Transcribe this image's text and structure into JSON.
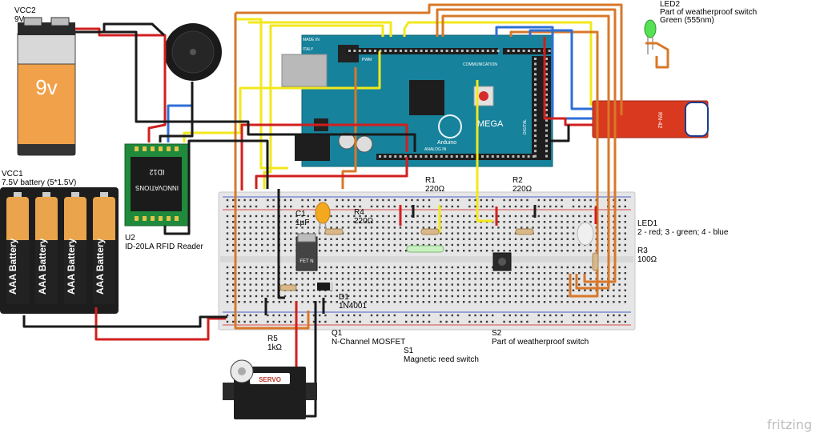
{
  "labels": {
    "vcc2_name": "VCC2",
    "vcc2_value": "9V",
    "battery9v_text": "9v",
    "vcc1_name": "VCC1",
    "vcc1_desc": "7.5V battery (5*1.5V)",
    "aaa_text": "AAA Battery",
    "u2_name": "U2",
    "u2_desc": "ID-20LA RFID Reader",
    "rfid_chip_l1": "ID12",
    "rfid_chip_l2": "INNOVATIONS",
    "led2_name": "LED2",
    "led2_desc1": "Part of weatherproof switch",
    "led2_desc2": "Green (555nm)",
    "r1_name": "R1",
    "r1_value": "220Ω",
    "r2_name": "R2",
    "r2_value": "220Ω",
    "c1_name": "C1",
    "c1_value": "1µF",
    "r4_name": "R4",
    "r4_value": "220Ω",
    "led1_name": "LED1",
    "led1_desc": "2 - red; 3 - green; 4 - blue",
    "r3_name": "R3",
    "r3_value": "100Ω",
    "d1_name": "D1",
    "d1_value": "1N4001",
    "q1_name": "Q1",
    "q1_desc": "N-Channel MOSFET",
    "r5_name": "R5",
    "r5_value": "1kΩ",
    "s1_name": "S1",
    "s1_desc": "Magnetic reed switch",
    "s2_name": "S2",
    "s2_desc": "Part of weatherproof switch",
    "servo_text": "SERVO",
    "fet_text": "FET N",
    "board_made_in": "MADE IN",
    "board_italy": "ITALY",
    "board_pwm": "PWM",
    "board_communication": "COMMUNICATION",
    "board_mega": "MEGA",
    "board_arduino": "Arduino",
    "board_analog_in": "ANALOG IN",
    "board_digital": "DIGITAL",
    "bt_text": "RN-42",
    "watermark": "fritzing"
  },
  "colors": {
    "wire_red": "#d11f1f",
    "wire_black": "#1a1a1a",
    "wire_yellow": "#f2e81c",
    "wire_orange": "#d8782a",
    "wire_blue": "#2e6fd6",
    "arduino_blue": "#17829c",
    "breadboard": "#e9e9e9",
    "rail_red": "#d94848",
    "rail_blue": "#4a60c8",
    "led_green": "#55e055",
    "bt_red": "#d93a1f"
  }
}
